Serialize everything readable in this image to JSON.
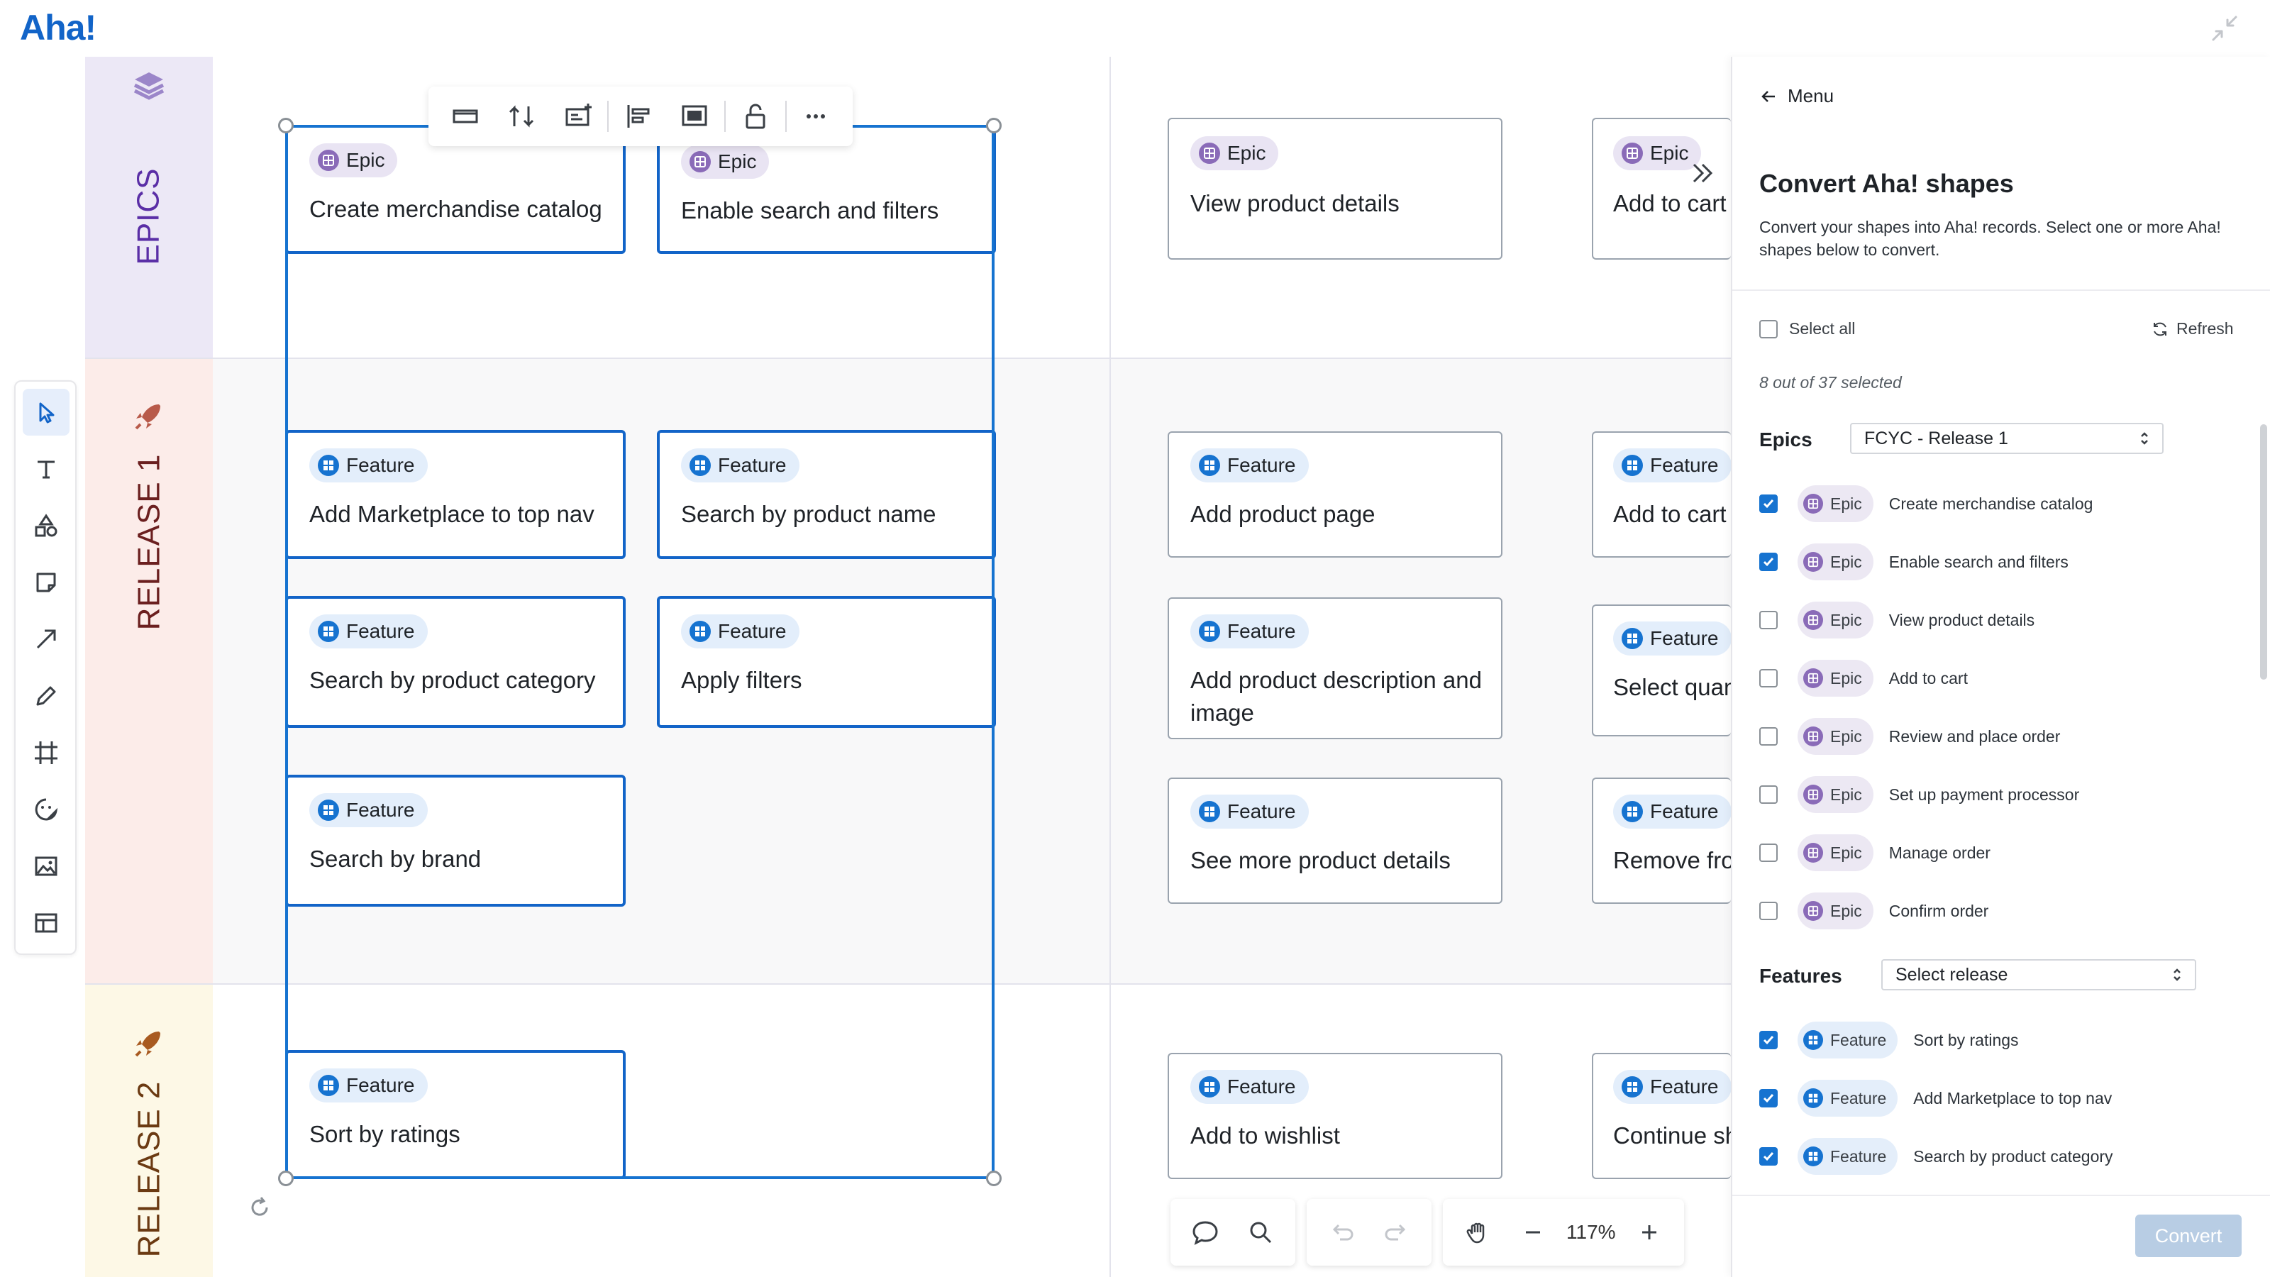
{
  "app": {
    "logo": "Aha!"
  },
  "lanes": {
    "epics": "EPICS",
    "release1": "RELEASE 1",
    "release2": "RELEASE 2"
  },
  "labels": {
    "epic": "Epic",
    "feature": "Feature"
  },
  "cards": {
    "c1": "Create merchandise catalog",
    "c2": "Enable search and filters",
    "c3": "View product details",
    "c4": "Add to cart",
    "f1": "Add Marketplace to top nav",
    "f2": "Search by product name",
    "f3": "Add product page",
    "f4": "Add to cart",
    "f5": "Search by product category",
    "f6": "Apply filters",
    "f7": "Add product description and image",
    "f8": "Select quantity",
    "f9": "Search by brand",
    "f10": "See more product details",
    "f11": "Remove from cart",
    "f12": "Sort by ratings",
    "f13": "Add to wishlist",
    "f14": "Continue shopping"
  },
  "bottom_toolbar": {
    "zoom": "117%"
  },
  "panel": {
    "menu": "Menu",
    "title": "Convert Aha! shapes",
    "description": "Convert your shapes into Aha! records. Select one or more Aha! shapes below to convert.",
    "select_all": "Select all",
    "refresh": "Refresh",
    "count": "8 out of 37 selected",
    "epics_label": "Epics",
    "epics_release": "FCYC - Release 1",
    "features_label": "Features",
    "features_release": "Select release",
    "convert": "Convert",
    "epics": [
      {
        "name": "Create merchandise catalog",
        "checked": true
      },
      {
        "name": "Enable search and filters",
        "checked": true
      },
      {
        "name": "View product details",
        "checked": false
      },
      {
        "name": "Add to cart",
        "checked": false
      },
      {
        "name": "Review and place order",
        "checked": false
      },
      {
        "name": "Set up payment processor",
        "checked": false
      },
      {
        "name": "Manage order",
        "checked": false
      },
      {
        "name": "Confirm order",
        "checked": false
      }
    ],
    "features": [
      {
        "name": "Sort by ratings",
        "checked": true
      },
      {
        "name": "Add Marketplace to top nav",
        "checked": true
      },
      {
        "name": "Search by product category",
        "checked": true
      }
    ]
  },
  "colors": {
    "brand": "#1264c8",
    "epic": "#8a6bb8",
    "feature": "#1673d0",
    "release1_text": "#6b1f1f",
    "epics_text": "#5a2ea6"
  }
}
